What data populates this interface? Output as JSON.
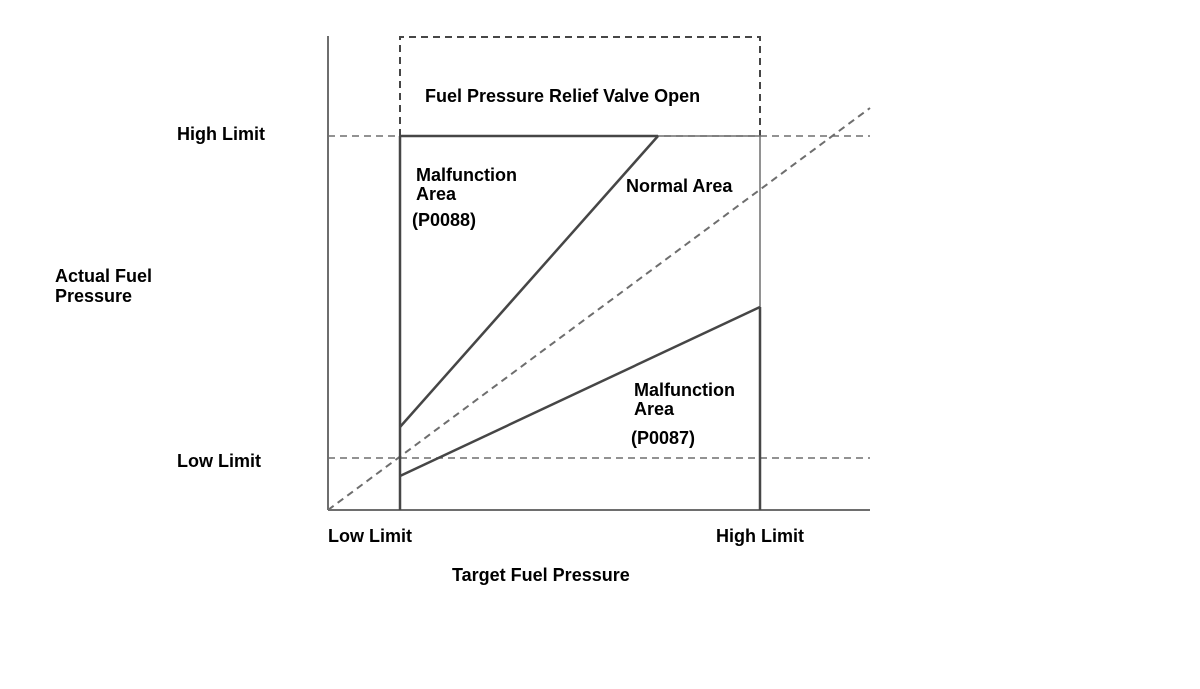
{
  "colors": {
    "axis": "#6e6e6e",
    "solid_line": "#464646",
    "dashed_line": "#6e6e6e",
    "text": "#000000",
    "background": "#ffffff"
  },
  "y_axis": {
    "title_line1": "Actual Fuel",
    "title_line2": "Pressure",
    "high_label": "High Limit",
    "low_label": "Low Limit"
  },
  "x_axis": {
    "title": "Target Fuel Pressure",
    "low_label": "Low Limit",
    "high_label": "High Limit"
  },
  "regions": {
    "relief_valve": "Fuel Pressure Relief Valve Open",
    "normal": "Normal Area",
    "malfunction_upper": {
      "line1": "Malfunction",
      "line2": "Area",
      "code": "(P0088)"
    },
    "malfunction_lower": {
      "line1": "Malfunction",
      "line2": "Area",
      "code": "(P0087)"
    }
  }
}
